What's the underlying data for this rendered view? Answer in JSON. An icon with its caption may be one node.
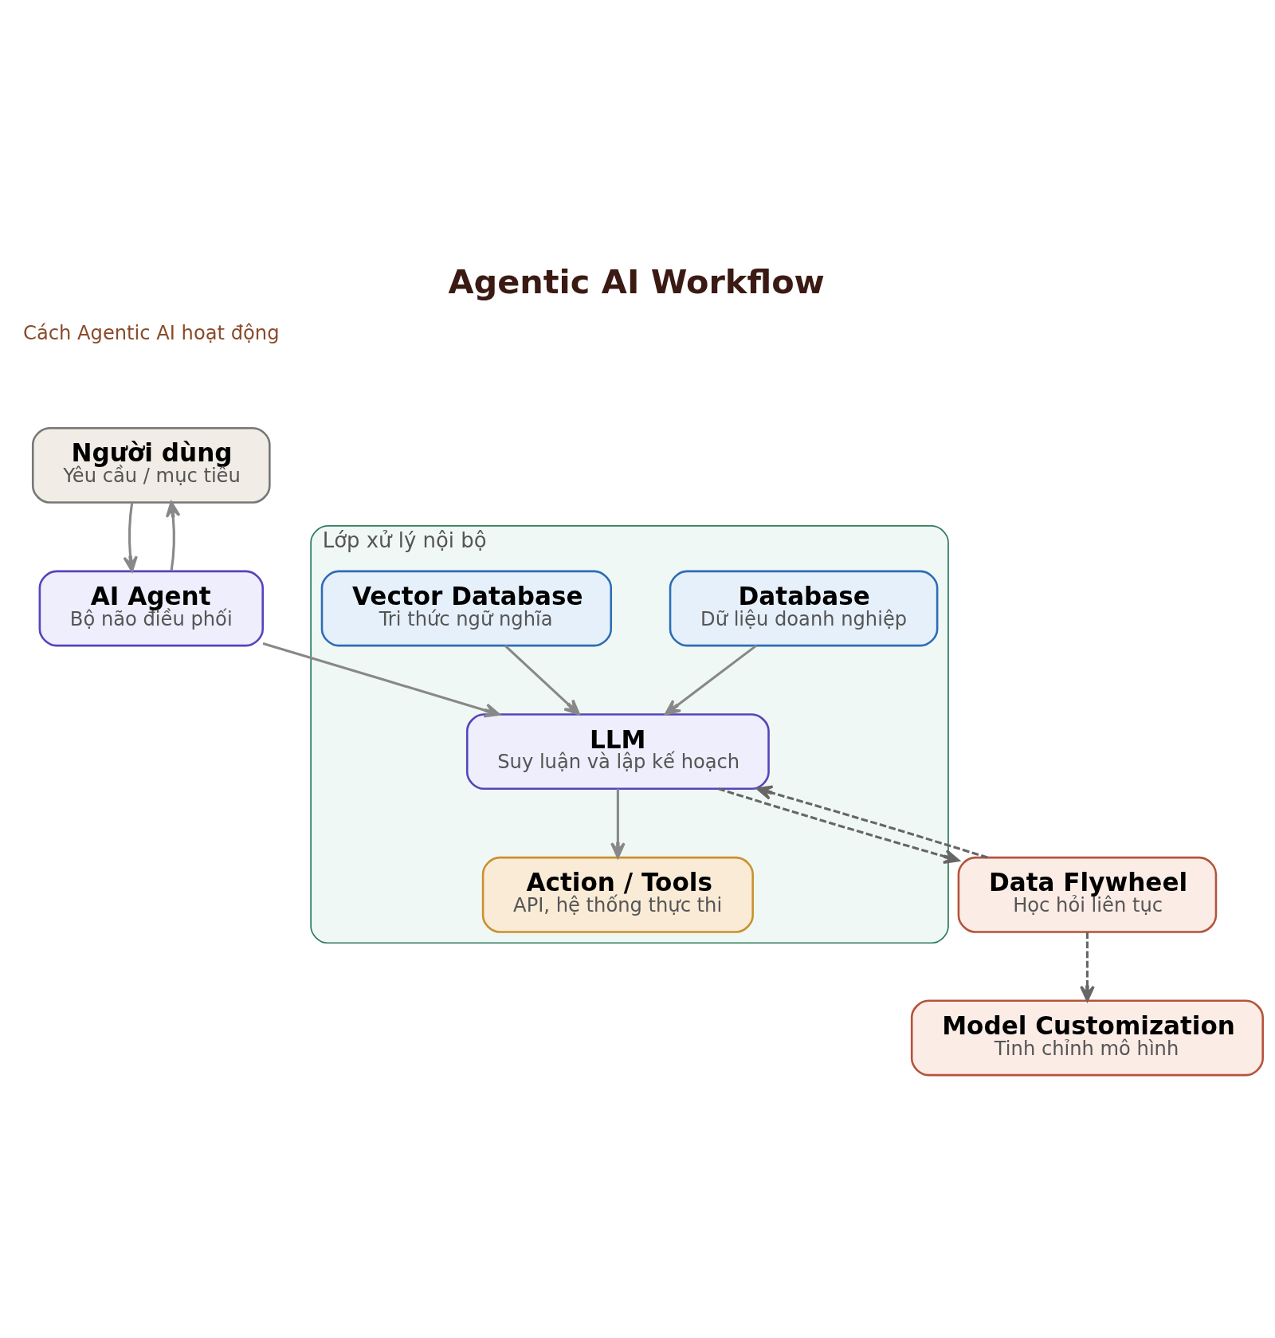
{
  "diagram": {
    "title": "Agentic AI Workflow",
    "nodes": [
      {
        "text": [
          "Người dùng",
          "Yêu cầu / mục tiêu"
        ]
      },
      {
        "text": [
          "AI Agent",
          "Bộ não điều phối"
        ]
      },
      {
        "text": [
          "Lớp xử lý nội bộ"
        ]
      },
      {
        "text": [
          "Database",
          "Dữ liệu doanh nghiệp"
        ],
        "in": 2
      },
      {
        "text": [
          "Vector Database",
          "Tri thức ngữ nghĩa"
        ],
        "in": 2
      },
      {
        "text": [
          "LLM",
          "Suy luận và lập kế hoạch"
        ],
        "in": 2
      },
      {
        "text": [
          "Action / Tools",
          "API, hệ thống thực thi"
        ],
        "in": 2
      },
      {
        "text": [
          "Data Flywheel",
          "Học hỏi liên tục"
        ]
      },
      {
        "text": [
          "Model Customization",
          "Tinh chỉnh mô hình"
        ]
      }
    ],
    "edges": [
      {
        "from": 0,
        "to": 1,
        "arrow": "to"
      },
      {
        "from": 1,
        "to": 0,
        "arrow": "to"
      },
      {
        "from": 1,
        "to": 5,
        "arrow": "to"
      },
      {
        "from": 3,
        "to": 5,
        "arrow": "to"
      },
      {
        "from": 4,
        "to": 5,
        "arrow": "to"
      },
      {
        "from": 5,
        "to": 6,
        "arrow": "to"
      },
      {
        "from": 5,
        "to": 7,
        "arrow": "to",
        "style": "dashed"
      },
      {
        "from": 7,
        "to": 5,
        "arrow": "to",
        "style": "dashed"
      },
      {
        "from": 7,
        "to": 8,
        "arrow": "to",
        "style": "dashed"
      }
    ],
    "labels": [
      "Cách Agentic AI hoạt động"
    ]
  }
}
